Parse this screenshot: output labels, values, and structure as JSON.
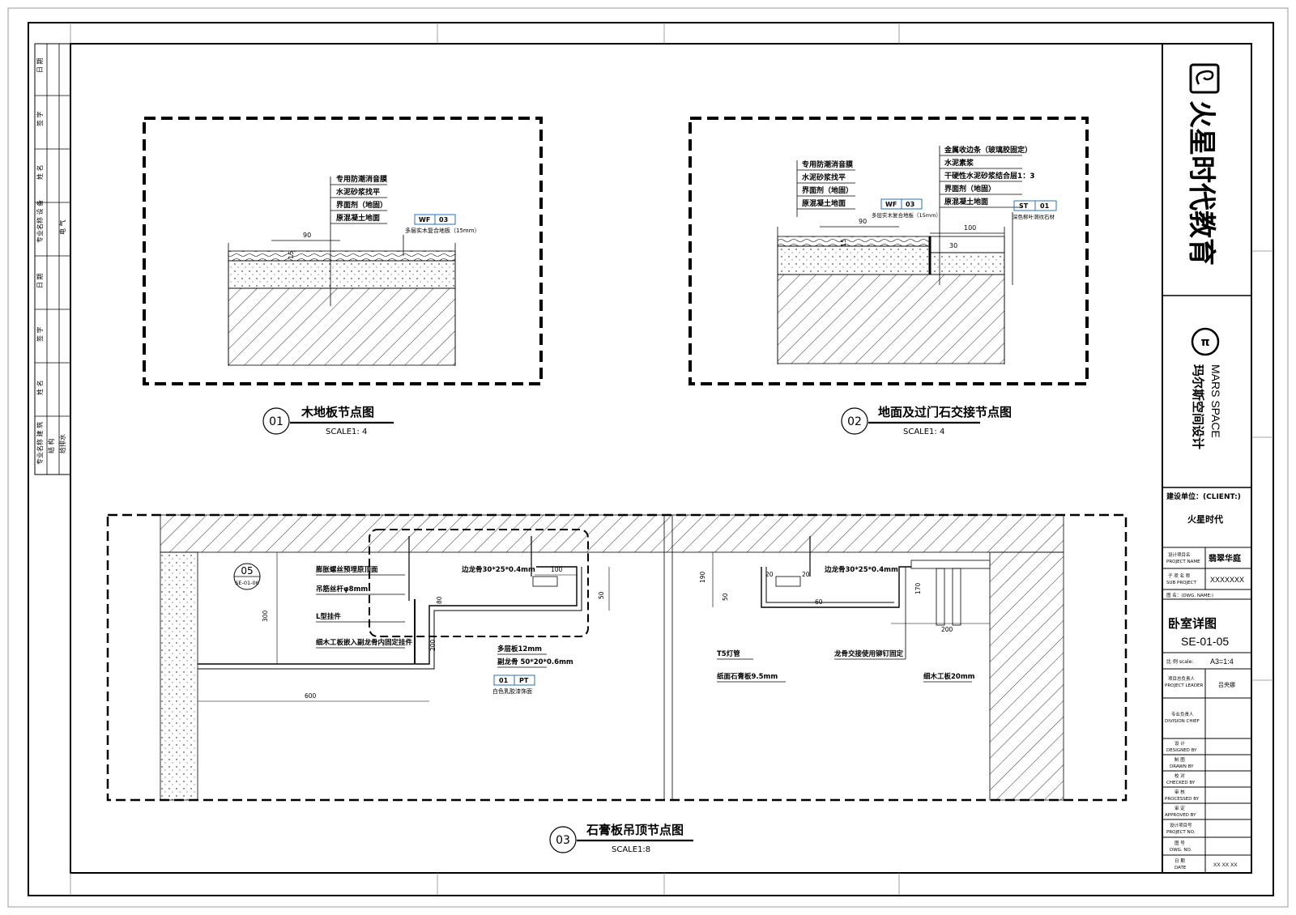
{
  "left_strip": {
    "top_labels": [
      "日 期",
      "签 字",
      "姓 名",
      "专业名称 设 备",
      "电 气",
      "日 期",
      "签 字",
      "姓 名",
      "专业名称 建 筑",
      "结 构",
      "给排水"
    ]
  },
  "details": [
    {
      "number": "01",
      "title": "木地板节点图",
      "scale": "SCALE1: 4",
      "labels": [
        "专用防潮消音膜",
        "水泥砂浆找平",
        "界面剂（地固）",
        "原混凝土地面"
      ],
      "tag": [
        "WF",
        "03"
      ],
      "tag_note": "多层实木复合地板（15mm）",
      "dims": [
        "90",
        "15"
      ]
    },
    {
      "number": "02",
      "title": "地面及过门石交接节点图",
      "scale": "SCALE1: 4",
      "labels_left": [
        "专用防潮消音膜",
        "水泥砂浆找平",
        "界面剂（地固）",
        "原混凝土地面"
      ],
      "labels_right": [
        "金属收边条（玻璃胶固定）",
        "水泥素浆",
        "干硬性水泥砂浆结合层1：3",
        "界面剂（地固）",
        "原混凝土地面"
      ],
      "tag_left": [
        "WF",
        "03"
      ],
      "tag_left_note": "多层实木复合地板（15mm）",
      "tag_right": [
        "ST",
        "01"
      ],
      "tag_right_note": "深色柳叶洞纹石材",
      "dims": [
        "90",
        "15",
        "100",
        "30"
      ]
    },
    {
      "number": "03",
      "title": "石膏板吊顶节点图",
      "scale": "SCALE1:8",
      "ref_number": "05",
      "ref_sheet": "SE-01-06",
      "labels_left": [
        "膨胀螺丝预埋原顶面",
        "吊筋丝杆φ8mm",
        "L型挂件",
        "细木工板嵌入副龙骨内固定挂件"
      ],
      "label_edge": "边龙骨30*25*0.4mm",
      "labels_mid": [
        "多层板12mm",
        "副龙骨 50*20*0.6mm"
      ],
      "tag": [
        "01",
        "PT"
      ],
      "tag_note": "白色乳胶漆饰面",
      "labels_right": [
        "T5灯管",
        "纸面石膏板9.5mm"
      ],
      "label_edge2": "边龙骨30*25*0.4mm",
      "label_keel": "龙骨交接使用铆钉固定",
      "label_board": "细木工板20mm",
      "dims": [
        "100",
        "80",
        "50",
        "200",
        "300",
        "600",
        "190",
        "50",
        "20",
        "20",
        "60",
        "170",
        "200"
      ]
    }
  ],
  "title_block": {
    "brand_cn": "火星时代教育",
    "brand2_en": "MARS SPACE",
    "brand2_cn": "玛尔斯空间设计",
    "client_label": "建设单位：(CLIENT:)",
    "client_value": "火星时代",
    "project_label_cn": "设计项目名",
    "project_label_en": "PROJECT NAME",
    "project_value": "翡翠华庭",
    "sub_label_cn": "子 项 名 称",
    "sub_label_en": "SUB PROJECT",
    "sub_value": "XXXXXXX",
    "dwg_label": "图 名：(DWG. NAME:)",
    "dwg_name": "卧室详图",
    "dwg_no": "SE-01-05",
    "scale_label": "比 例 scale:",
    "scale_value": "A3=1:4",
    "leader_label_cn": "项目总负责人",
    "leader_label_en": "PROJECT LEADER",
    "leader_value": "吕央娜",
    "division_cn": "专业负责人",
    "division_en": "DIVISION CHIEF",
    "rows": [
      {
        "cn": "设 计",
        "en": "DESIGNED BY"
      },
      {
        "cn": "制 图",
        "en": "DRAWN BY"
      },
      {
        "cn": "校 对",
        "en": "CHECKED BY"
      },
      {
        "cn": "审 核",
        "en": "PROCESSED BY"
      },
      {
        "cn": "审 定",
        "en": "APPROVED BY"
      },
      {
        "cn": "设计项目号",
        "en": "PROJECT NO."
      },
      {
        "cn": "图 号",
        "en": "DWG. NO."
      }
    ],
    "date_cn": "日 期",
    "date_en": "DATE",
    "date_value": "XX XX XX"
  }
}
